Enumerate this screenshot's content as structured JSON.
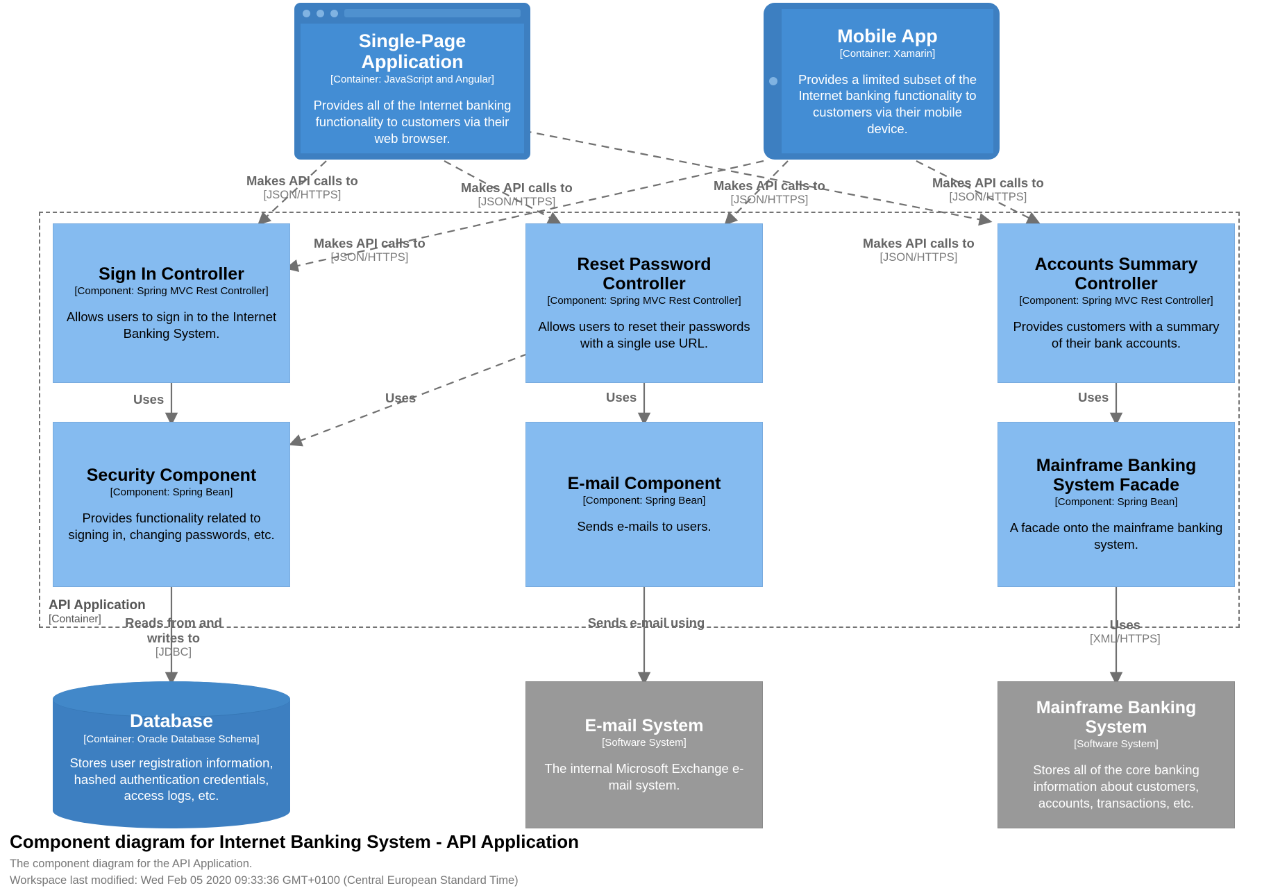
{
  "diagram": {
    "title": "Component diagram for Internet Banking System - API Application",
    "subtitle": "The component diagram for the API Application.",
    "modified": "Workspace last modified: Wed Feb 05 2020 09:33:36 GMT+0100 (Central European Standard Time)",
    "colors": {
      "container": "#438dd4",
      "container_frame": "#3d7fc1",
      "component": "#85bbf0",
      "external": "#999999",
      "database": "#3d7fc1",
      "boundary": "#737373",
      "relationship": "#666666"
    }
  },
  "boundary": {
    "name": "API Application",
    "meta": "[Container]"
  },
  "nodes": {
    "spa": {
      "title": "Single-Page Application",
      "meta": "[Container: JavaScript and Angular]",
      "desc": "Provides all of the Internet banking functionality to customers via their web browser."
    },
    "mobile": {
      "title": "Mobile App",
      "meta": "[Container: Xamarin]",
      "desc": "Provides a limited subset of the Internet banking functionality to customers via their mobile device."
    },
    "signin": {
      "title": "Sign In Controller",
      "meta": "[Component: Spring MVC Rest Controller]",
      "desc": "Allows users to sign in to the Internet Banking System."
    },
    "reset": {
      "title": "Reset Password Controller",
      "meta": "[Component: Spring MVC Rest Controller]",
      "desc": "Allows users to reset their passwords with a single use URL."
    },
    "accounts": {
      "title": "Accounts Summary Controller",
      "meta": "[Component: Spring MVC Rest Controller]",
      "desc": "Provides customers with a summary of their bank accounts."
    },
    "security": {
      "title": "Security Component",
      "meta": "[Component: Spring Bean]",
      "desc": "Provides functionality related to signing in, changing passwords, etc."
    },
    "email": {
      "title": "E-mail Component",
      "meta": "[Component: Spring Bean]",
      "desc": "Sends e-mails to users."
    },
    "facade": {
      "title": "Mainframe Banking System Facade",
      "meta": "[Component: Spring Bean]",
      "desc": "A facade onto the mainframe banking system."
    },
    "database": {
      "title": "Database",
      "meta": "[Container: Oracle Database Schema]",
      "desc": "Stores user registration information, hashed authentication credentials, access logs, etc."
    },
    "emailsystem": {
      "title": "E-mail System",
      "meta": "[Software System]",
      "desc": "The internal Microsoft Exchange e-mail system."
    },
    "mainframe": {
      "title": "Mainframe Banking System",
      "meta": "[Software System]",
      "desc": "Stores all of the core banking information about customers, accounts, transactions, etc."
    }
  },
  "relationships": [
    {
      "id": "spa-signin",
      "label": "Makes API calls to",
      "tech": "[JSON/HTTPS]"
    },
    {
      "id": "spa-reset",
      "label": "Makes API calls to",
      "tech": "[JSON/HTTPS]"
    },
    {
      "id": "mobile-signin",
      "label": "Makes API calls to",
      "tech": "[JSON/HTTPS]"
    },
    {
      "id": "mobile-reset",
      "label": "Makes API calls to",
      "tech": "[JSON/HTTPS]"
    },
    {
      "id": "spa-accounts",
      "label": "Makes API calls to",
      "tech": "[JSON/HTTPS]"
    },
    {
      "id": "mobile-accounts",
      "label": "Makes API calls to",
      "tech": "[JSON/HTTPS]"
    },
    {
      "id": "signin-security",
      "label": "Uses",
      "tech": ""
    },
    {
      "id": "reset-security",
      "label": "Uses",
      "tech": ""
    },
    {
      "id": "reset-email",
      "label": "Uses",
      "tech": ""
    },
    {
      "id": "accounts-facade",
      "label": "Uses",
      "tech": ""
    },
    {
      "id": "security-database",
      "label": "Reads from and writes to",
      "tech": "[JDBC]"
    },
    {
      "id": "email-emailsystem",
      "label": "Sends e-mail using",
      "tech": ""
    },
    {
      "id": "facade-mainframe",
      "label": "Uses",
      "tech": "[XML/HTTPS]"
    }
  ]
}
